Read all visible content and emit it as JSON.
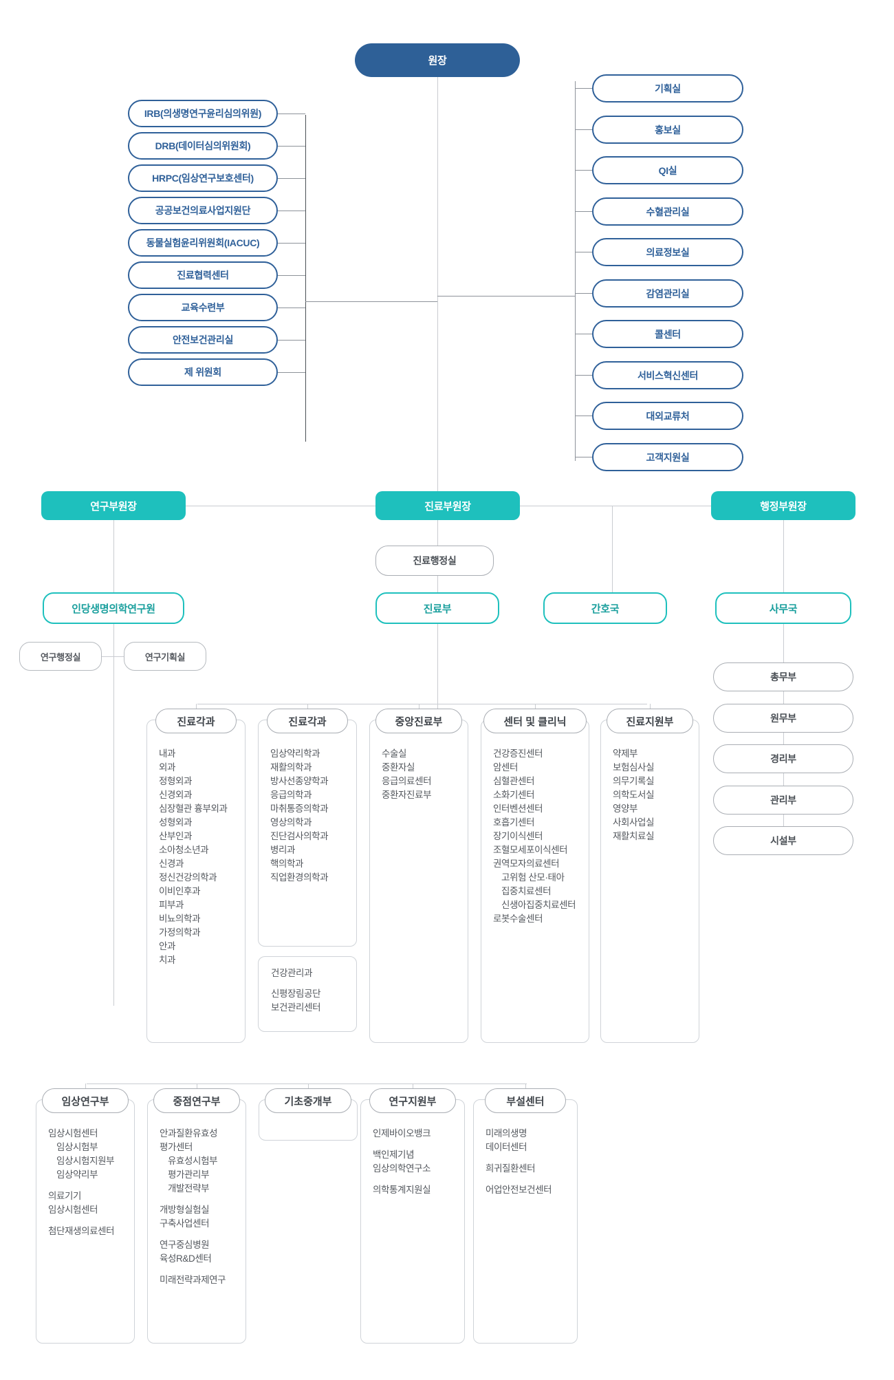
{
  "colors": {
    "director_fill": "#2e6097",
    "blue_outline": "#2f6099",
    "teal_fill": "#1ec0bd",
    "teal_outline": "#1ec0bd",
    "grey_outline": "#a9adb3",
    "line": "#c9ccd1",
    "body_text": "#54585e"
  },
  "root": {
    "label": "원장"
  },
  "left_committees": [
    {
      "label": "IRB(의생명연구윤리심의위원)"
    },
    {
      "label": "DRB(데이터심의위원회)"
    },
    {
      "label": "HRPC(임상연구보호센터)"
    },
    {
      "label": "공공보건의료사업지원단"
    },
    {
      "label": "동물실험윤리위원회(IACUC)"
    },
    {
      "label": "진료협력센터"
    },
    {
      "label": "교육수련부"
    },
    {
      "label": "안전보건관리실"
    },
    {
      "label": "제 위원회"
    }
  ],
  "right_offices": [
    {
      "label": "기획실"
    },
    {
      "label": "홍보실"
    },
    {
      "label": "QI실"
    },
    {
      "label": "수혈관리실"
    },
    {
      "label": "의료정보실"
    },
    {
      "label": "감염관리실"
    },
    {
      "label": "콜센터"
    },
    {
      "label": "서비스혁신센터"
    },
    {
      "label": "대외교류처"
    },
    {
      "label": "고객지원실"
    }
  ],
  "vice_directors": [
    {
      "label": "연구부원장"
    },
    {
      "label": "진료부원장"
    },
    {
      "label": "행정부원장"
    }
  ],
  "mid_nodes": {
    "clinical_admin": {
      "label": "진료행정실"
    },
    "research_institute": {
      "label": "인당생명의학연구원"
    },
    "research_admin": {
      "label": "연구행정실"
    },
    "research_planning": {
      "label": "연구기획실"
    },
    "clinical_dept": {
      "label": "진료부"
    },
    "nursing_bureau": {
      "label": "간호국"
    },
    "admin_bureau": {
      "label": "사무국"
    }
  },
  "admin_bureau_children": [
    {
      "label": "총무부"
    },
    {
      "label": "원무부"
    },
    {
      "label": "경리부"
    },
    {
      "label": "관리부"
    },
    {
      "label": "시설부"
    }
  ],
  "clinical_groups": [
    {
      "title": "진료각과",
      "items": [
        {
          "text": "내과"
        },
        {
          "text": "외과"
        },
        {
          "text": "정형외과"
        },
        {
          "text": "신경외과"
        },
        {
          "text": "심장혈관 흉부외과"
        },
        {
          "text": "성형외과"
        },
        {
          "text": "산부인과"
        },
        {
          "text": "소아청소년과"
        },
        {
          "text": "신경과"
        },
        {
          "text": "정신건강의학과"
        },
        {
          "text": "이비인후과"
        },
        {
          "text": "피부과"
        },
        {
          "text": "비뇨의학과"
        },
        {
          "text": "가정의학과"
        },
        {
          "text": "안과"
        },
        {
          "text": "치과"
        }
      ]
    },
    {
      "title": "진료각과",
      "items": [
        {
          "text": "임상약리학과"
        },
        {
          "text": "재활의학과"
        },
        {
          "text": "방사선종양학과"
        },
        {
          "text": "응급의학과"
        },
        {
          "text": "마취통증의학과"
        },
        {
          "text": "영상의학과"
        },
        {
          "text": "진단검사의학과"
        },
        {
          "text": "병리과"
        },
        {
          "text": "핵의학과"
        },
        {
          "text": "직업환경의학과"
        }
      ],
      "subcard": [
        {
          "text": "건강관리과"
        },
        {
          "text": "신평장림공단\n보건관리센터",
          "gap": true
        }
      ]
    },
    {
      "title": "중앙진료부",
      "items": [
        {
          "text": "수술실"
        },
        {
          "text": "중환자실"
        },
        {
          "text": "응급의료센터"
        },
        {
          "text": "중환자진료부"
        }
      ]
    },
    {
      "title": "센터 및 클리닉",
      "items": [
        {
          "text": "건강증진센터"
        },
        {
          "text": "암센터"
        },
        {
          "text": "심혈관센터"
        },
        {
          "text": "소화기센터"
        },
        {
          "text": "인터벤션센터"
        },
        {
          "text": "호흡기센터"
        },
        {
          "text": "장기이식센터"
        },
        {
          "text": "조혈모세포이식센터"
        },
        {
          "text": "권역모자의료센터"
        },
        {
          "text": "고위험 산모·태아\n집중치료센터",
          "indent": true
        },
        {
          "text": "신생아집중치료센터",
          "indent": true
        },
        {
          "text": "로봇수술센터"
        }
      ]
    },
    {
      "title": "진료지원부",
      "items": [
        {
          "text": "약제부"
        },
        {
          "text": "보험심사실"
        },
        {
          "text": "의무기록실"
        },
        {
          "text": "의학도서실"
        },
        {
          "text": "영양부"
        },
        {
          "text": "사회사업실"
        },
        {
          "text": "재활치료실"
        }
      ]
    }
  ],
  "research_groups": [
    {
      "title": "임상연구부",
      "items": [
        {
          "text": "임상시험센터"
        },
        {
          "text": "임상시험부",
          "indent": true
        },
        {
          "text": "임상시험지원부",
          "indent": true
        },
        {
          "text": "임상약리부",
          "indent": true
        },
        {
          "text": "의료기기\n임상시험센터",
          "gap": true
        },
        {
          "text": "첨단재생의료센터",
          "gap": true
        }
      ]
    },
    {
      "title": "중점연구부",
      "items": [
        {
          "text": "안과질환유효성\n평가센터"
        },
        {
          "text": "유효성시험부",
          "indent": true
        },
        {
          "text": "평가관리부",
          "indent": true
        },
        {
          "text": "개발전략부",
          "indent": true
        },
        {
          "text": "개방형실험실\n구축사업센터",
          "gap": true
        },
        {
          "text": "연구중심병원\n육성R&D센터",
          "gap": true
        },
        {
          "text": "미래전략과제연구",
          "gap": true
        }
      ]
    },
    {
      "title": "기초중개부",
      "items": []
    },
    {
      "title": "연구지원부",
      "items": [
        {
          "text": "인제바이오뱅크"
        },
        {
          "text": "백인제기념\n임상의학연구소",
          "gap": true
        },
        {
          "text": "의학통계지원실",
          "gap": true
        }
      ]
    },
    {
      "title": "부설센터",
      "items": [
        {
          "text": "미래의생명\n데이터센터"
        },
        {
          "text": "희귀질환센터",
          "gap": true
        },
        {
          "text": "어업안전보건센터",
          "gap": true
        }
      ]
    }
  ]
}
